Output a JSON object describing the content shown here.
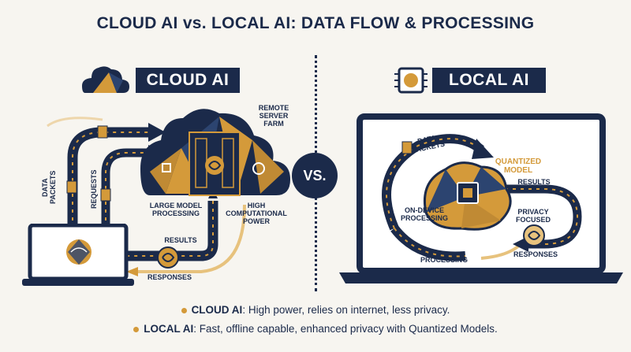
{
  "title": "CLOUD AI vs. LOCAL AI: DATA FLOW & PROCESSING",
  "vs_label": "VS.",
  "cloud": {
    "banner": "CLOUD AI",
    "server_label": "REMOTE SERVER FARM",
    "data_packets_label": "DATA PACKETS",
    "requests_label": "REQUESTS",
    "processing_label": "LARGE MODEL PROCESSING",
    "power_label": "HIGH COMPUTATIONAL POWER",
    "results_label": "RESULTS",
    "responses_label": "RESPONSES"
  },
  "local": {
    "banner": "LOCAL AI",
    "data_packets_label": "DATA PACKETS",
    "model_label": "QUANTIZED MODEL",
    "results_label": "RESULTS",
    "ondevice_label": "ON-DEVICE PROCESSING",
    "privacy_label": "PRIVACY FOCUSED",
    "processing_label": "PROCESSING",
    "responses_label": "RESPONSES"
  },
  "legend": {
    "cloud_name": "CLOUD AI",
    "cloud_text": ": High power, relies on internet, less privacy.",
    "local_name": "LOCAL AI",
    "local_text": ": Fast, offline capable, enhanced privacy with Quantized Models."
  },
  "colors": {
    "navy": "#1b2a4a",
    "gold": "#d49a3a",
    "background": "#f7f5f0"
  }
}
